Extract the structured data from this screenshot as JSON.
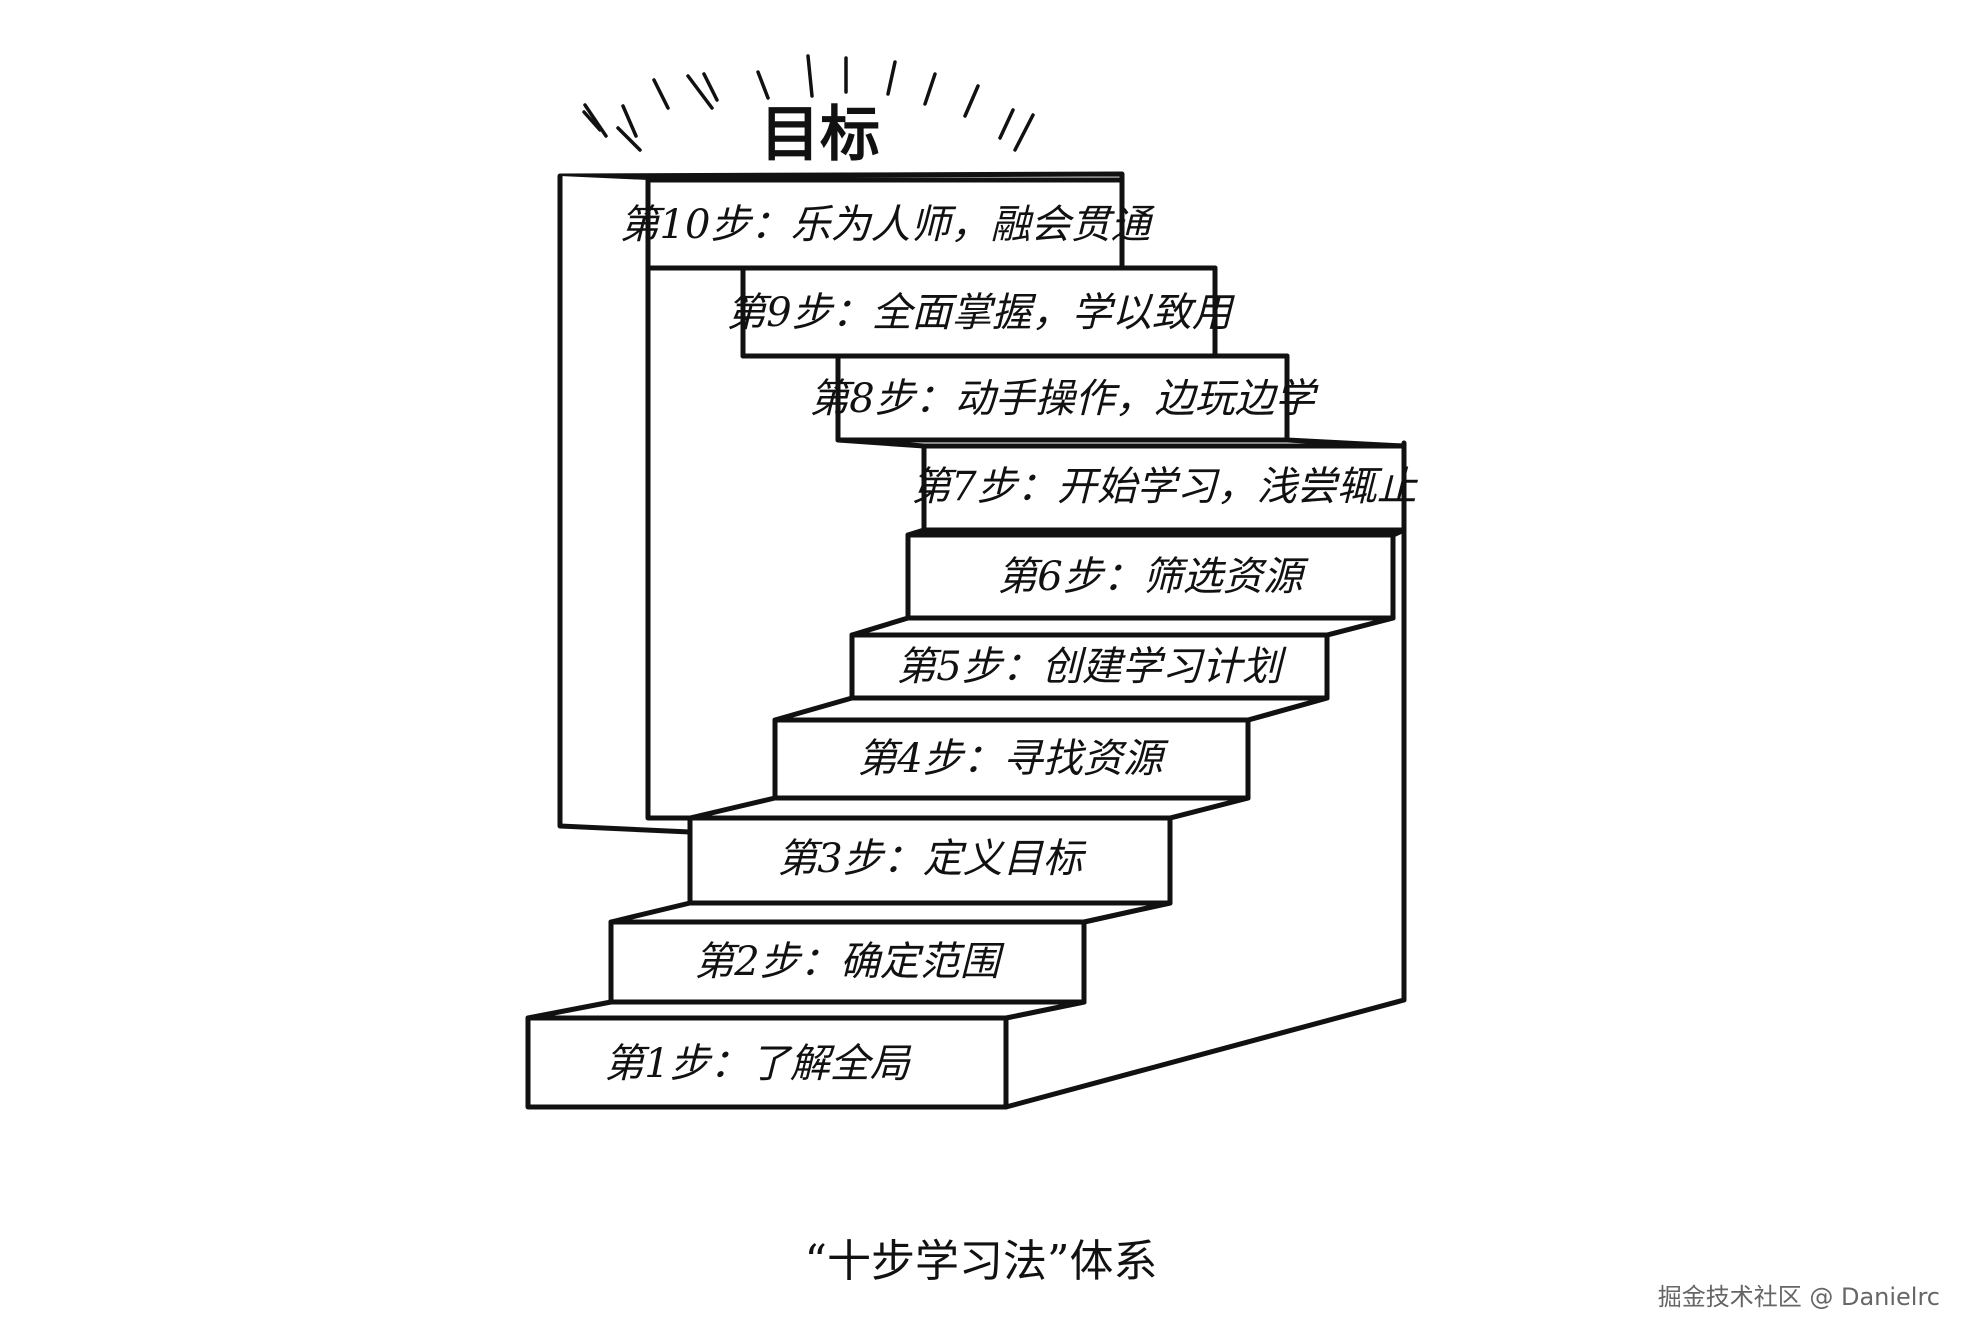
{
  "goal": {
    "label": "目标"
  },
  "steps": [
    {
      "label": "第1步：了解全局"
    },
    {
      "label": "第2步：确定范围"
    },
    {
      "label": "第3步：定义目标"
    },
    {
      "label": "第4步：寻找资源"
    },
    {
      "label": "第5步：创建学习计划"
    },
    {
      "label": "第6步：筛选资源"
    },
    {
      "label": "第7步：开始学习，浅尝辄止"
    },
    {
      "label": "第8步：动手操作，边玩边学"
    },
    {
      "label": "第9步：全面掌握，学以致用"
    },
    {
      "label": "第10步：乐为人师，融会贯通"
    }
  ],
  "caption": "“十步学习法”体系",
  "watermark": "掘金技术社区 @ Danielrc",
  "colors": {
    "stroke": "#111111",
    "background": "#ffffff",
    "watermark": "#666666"
  }
}
